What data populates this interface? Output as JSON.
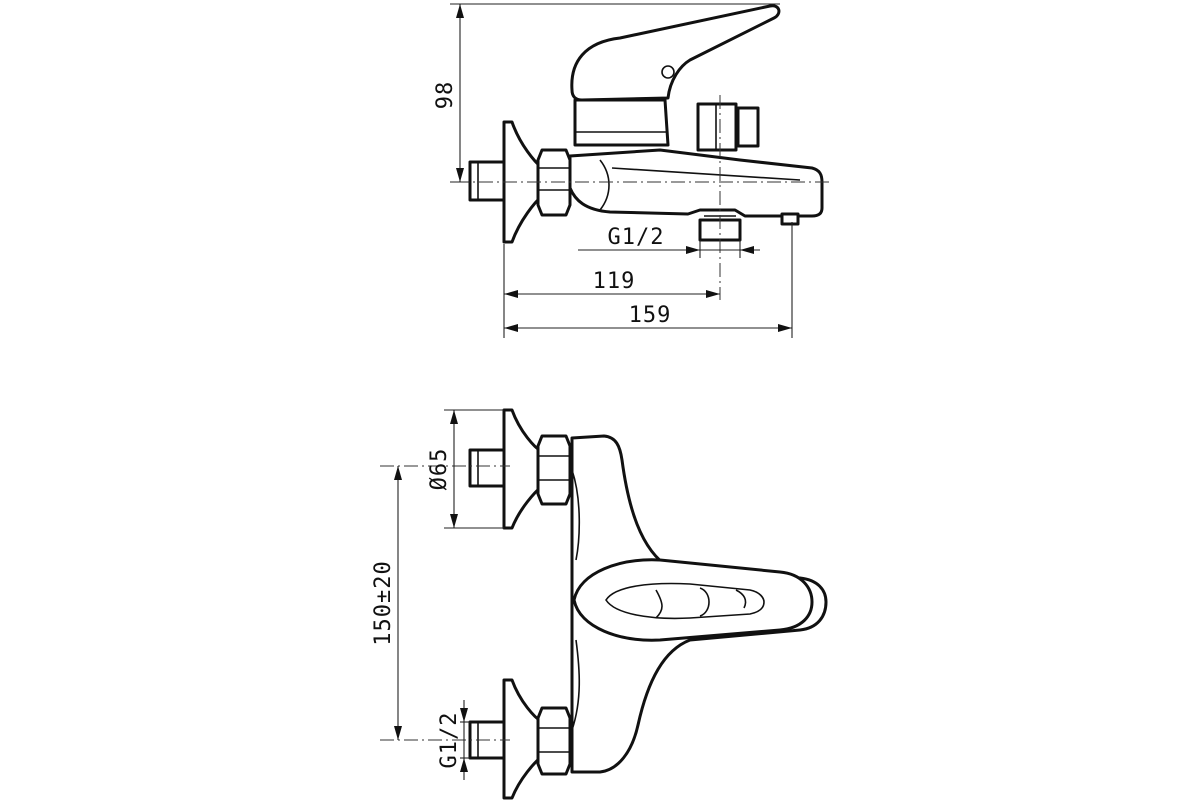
{
  "dimensions": {
    "height_top": "98",
    "thread_outlet": "G1/2",
    "length_axis": "119",
    "length_total": "159",
    "flange_diameter": "Ø65",
    "center_distance": "150±20",
    "thread_inlet": "G1/2"
  },
  "colors": {
    "line": "#111111",
    "background": "#ffffff"
  }
}
